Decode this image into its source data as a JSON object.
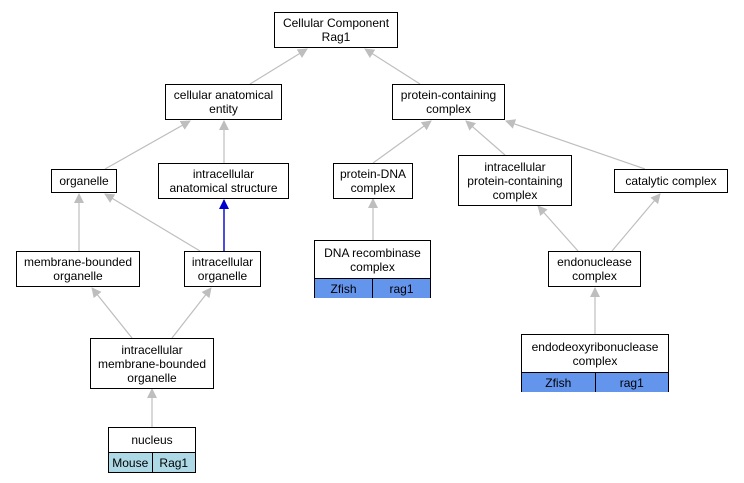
{
  "colors": {
    "edge_is_a": "#bebebe",
    "edge_part_of": "#0000cc",
    "zfish_cell": "#6495ed",
    "mouse_cell": "#add8e6"
  },
  "nodes": {
    "root": "Cellular Component\nRag1",
    "cae": "cellular anatomical\nentity",
    "pcc": "protein-containing\ncomplex",
    "organelle": "organelle",
    "ias": "intracellular\nanatomical structure",
    "pdna": "protein-DNA\ncomplex",
    "ipcc": "intracellular\nprotein-containing\ncomplex",
    "cat": "catalytic complex",
    "mbo": "membrane-bounded\norganelle",
    "io": "intracellular\norganelle",
    "dnarec": {
      "label": "DNA recombinase\ncomplex",
      "species": "Zfish",
      "gene": "rag1"
    },
    "endo": "endonuclease\ncomplex",
    "imbo": "intracellular\nmembrane-bounded\norganelle",
    "endodeoxy": {
      "label": "endodeoxyribonuclease\ncomplex",
      "species": "Zfish",
      "gene": "rag1"
    },
    "nucleus": {
      "label": "nucleus",
      "species": "Mouse",
      "gene": "Rag1"
    }
  }
}
